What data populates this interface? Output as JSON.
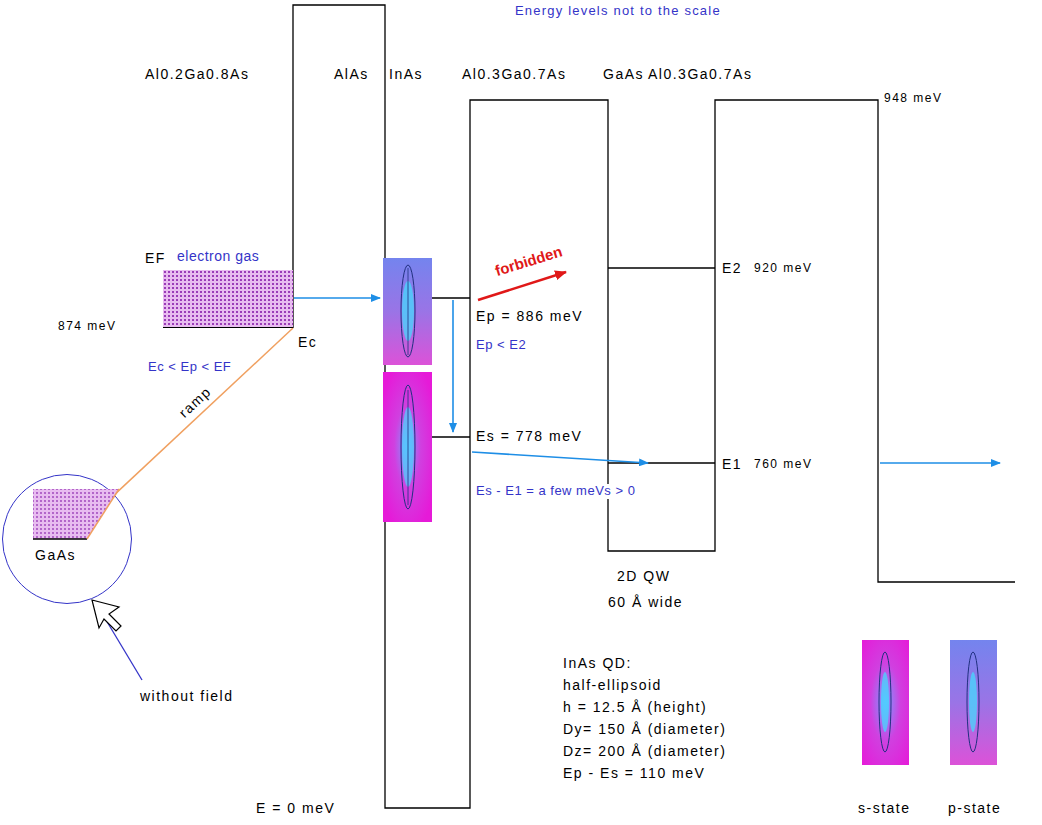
{
  "diagram": {
    "title": "Energy levels not to the scale",
    "nodes": [
      {
        "text": [
          "electron gas"
        ]
      },
      {
        "text": [
          "GaAs"
        ]
      }
    ],
    "edges": [
      {
        "from": 1,
        "to": 0,
        "label": "ramp",
        "arrow": "none"
      }
    ],
    "labels": [
      "Al0.2Ga0.8As",
      "AlAs",
      "InAs",
      "Al0.3Ga0.7As",
      "GaAs",
      "Al0.3Ga0.7As",
      "948 meV",
      "EF",
      "874 meV",
      "Ec",
      "Ec < Ep < EF",
      "forbidden",
      "E2",
      "920 meV",
      "Ep = 886 meV",
      "Ep < E2",
      "Es = 778 meV",
      "E1",
      "760 meV",
      "Es - E1 = a few meVs > 0",
      "2D QW",
      "60 Å wide",
      "InAs QD:",
      "half-ellipsoid",
      "h = 12.5 Å (height)",
      "Dy= 150 Å (diameter)",
      "Dz= 200 Å (diameter)",
      "Ep - Es = 110 meV",
      "E = 0 meV",
      "without field"
    ],
    "legend": [
      {
        "text": "s-state"
      },
      {
        "text": "p-state"
      }
    ]
  }
}
